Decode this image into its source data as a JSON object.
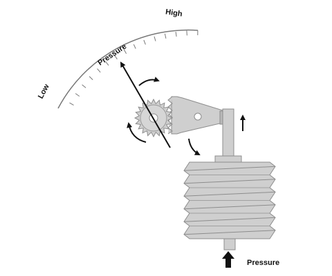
{
  "gauge": {
    "low_label": "Low",
    "high_label": "High",
    "needle_label": "Pressure"
  },
  "bellows": {
    "input_label": "Pressure"
  }
}
